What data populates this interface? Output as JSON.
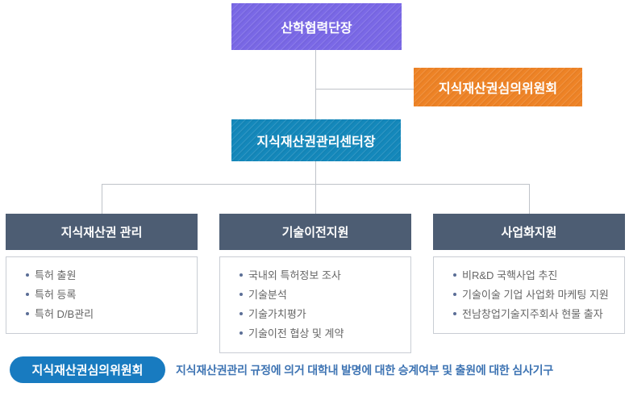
{
  "chart": {
    "top_box": "산학협력단장",
    "committee_box": "지식재산권심의위원회",
    "center_box": "지식재산권관리센터장",
    "columns": [
      {
        "title": "지식재산권 관리",
        "items": [
          "특허 출원",
          "특허 등록",
          "특허 D/B관리"
        ]
      },
      {
        "title": "기술이전지원",
        "items": [
          "국내외 특허정보 조사",
          "기술분석",
          "기술가치평가",
          "기술이전 협상 및 계약"
        ]
      },
      {
        "title": "사업화지원",
        "items": [
          "비R&D 국핵사업 추진",
          "기술이술 기업 사업화 마케팅 지원",
          "전남창업기술지주회사 현물 출자"
        ]
      }
    ],
    "footnote": {
      "badge": "지식재산권심의위원회",
      "description": "지식재산권관리 규정에 의거 대학내 발명에 대한 승계여부 및 출원에 대한 심사기구"
    },
    "colors": {
      "top_box": "#7a68e6",
      "committee_box": "#ee8326",
      "center_box": "#1488bb",
      "column_header": "#4d5d73",
      "badge": "#187bc0",
      "footnote_text": "#3e74b3",
      "connector": "#bfc3c9"
    }
  }
}
